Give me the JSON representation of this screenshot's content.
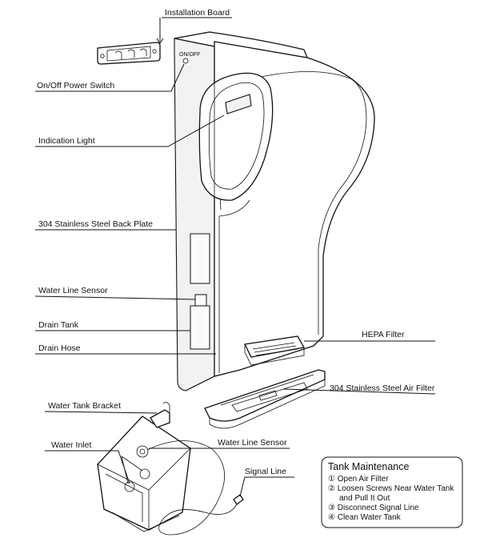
{
  "labels": {
    "installation_board": "Installation Board",
    "power_switch": "On/Off Power Switch",
    "indication_light": "Indication Light",
    "back_plate": "304 Stainless Steel Back Plate",
    "water_line_sensor": "Water Line Sensor",
    "drain_tank": "Drain Tank",
    "drain_hose": "Drain Hose",
    "hepa_filter": "HEPA Filter",
    "air_filter": "304 Stainless Steel Air Filter",
    "water_tank_bracket": "Water Tank Bracket",
    "water_inlet": "Water Inlet",
    "water_line_sensor_2": "Water Line Sensor",
    "signal_line": "Signal Line",
    "switch_marking": "ON/OFF"
  },
  "maintenance": {
    "title": "Tank Maintenance",
    "steps": [
      "① Open Air Filter",
      "② Loosen Screws Near Water Tank",
      "and Pull It Out",
      "③ Disconnect Signal Line",
      "④ Clean Water Tank"
    ]
  }
}
